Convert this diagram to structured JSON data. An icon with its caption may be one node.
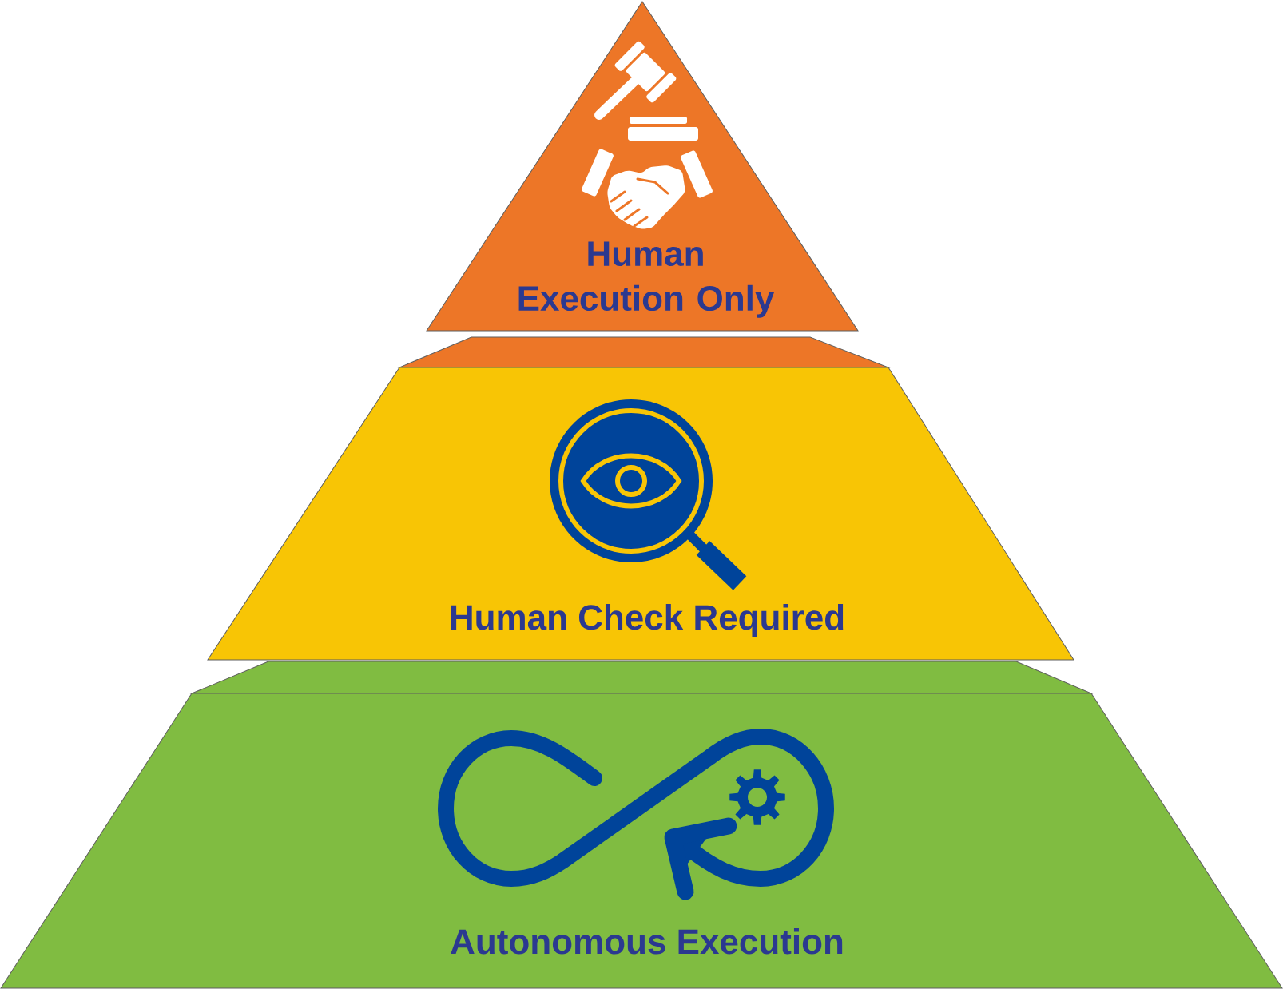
{
  "diagram": {
    "nodes": [
      {
        "text": [
          "Human Execution Only"
        ]
      },
      {
        "text": [
          "Human Check Required"
        ]
      },
      {
        "text": [
          "Autonomous Execution"
        ]
      }
    ]
  }
}
